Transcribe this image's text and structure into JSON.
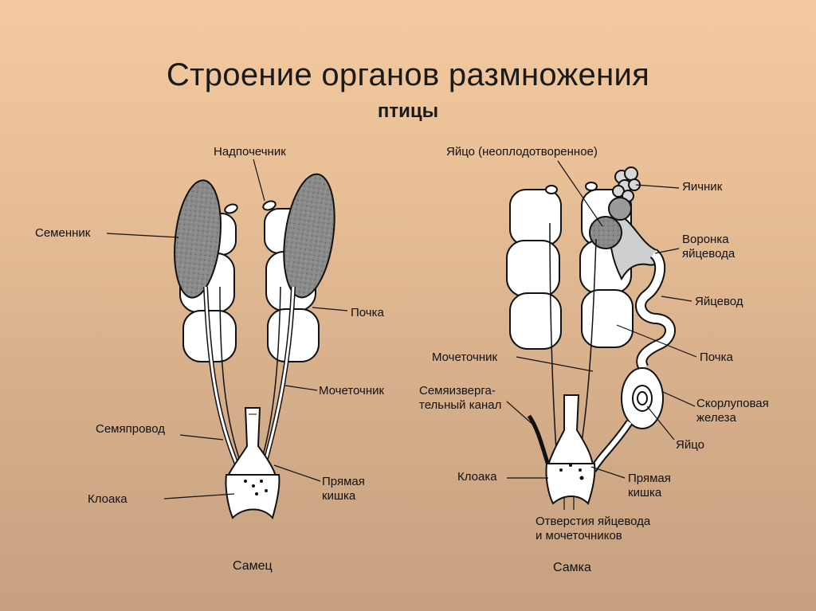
{
  "title": "Строение органов размножения",
  "subtitle": "птицы",
  "male": {
    "caption": "Самец",
    "labels": {
      "adrenal": "Надпочечник",
      "testis": "Семенник",
      "kidney": "Почка",
      "ureter": "Мочеточник",
      "vas_deferens": "Семяпровод",
      "cloaca": "Клоака",
      "rectum": "Прямая\nкишка"
    }
  },
  "female": {
    "caption": "Самка",
    "labels": {
      "egg_unfertilized": "Яйцо (неоплодотворенное)",
      "ovary": "Яичник",
      "infundibulum": "Воронка\nяйцевода",
      "oviduct": "Яйцевод",
      "kidney": "Почка",
      "ureter": "Мочеточник",
      "ejaculatory_canal": "Семяизверга-\nтельный канал",
      "shell_gland": "Скорлуповая\nжелеза",
      "egg": "Яйцо",
      "cloaca": "Клоака",
      "rectum": "Прямая\nкишка",
      "openings": "Отверстия яйцевода\nи мочеточников"
    }
  }
}
